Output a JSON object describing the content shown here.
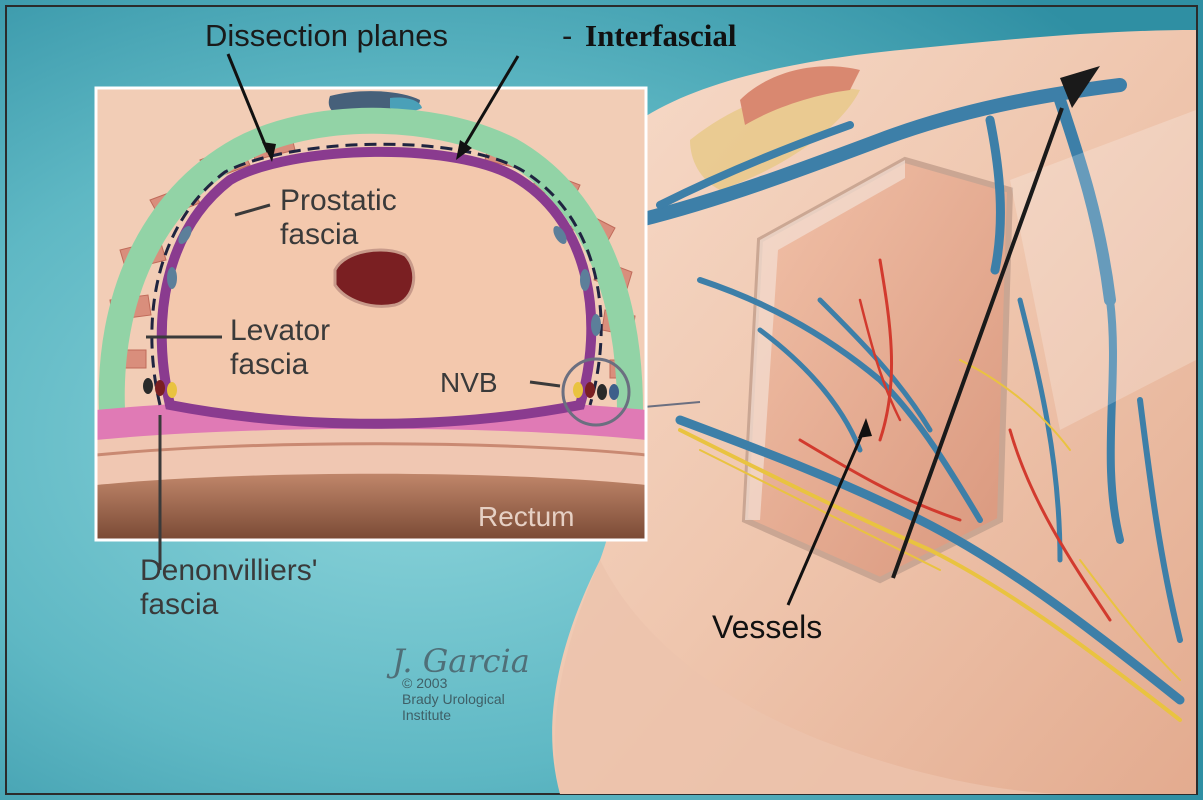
{
  "title": {
    "main": "Dissection planes",
    "dash": "-",
    "emphasis": "Interfascial"
  },
  "labels": {
    "prostatic_fascia_line1": "Prostatic",
    "prostatic_fascia_line2": "fascia",
    "levator_fascia_line1": "Levator",
    "levator_fascia_line2": "fascia",
    "nvb": "NVB",
    "rectum": "Rectum",
    "denonvilliers_line1": "Denonvilliers'",
    "denonvilliers_line2": "fascia",
    "vessels": "Vessels"
  },
  "credit": {
    "signature": "J. Garcia",
    "year": "© 2003",
    "line1": "Brady Urological",
    "line2": "Institute"
  },
  "colors": {
    "background_teal": "#5fb8c4",
    "tissue_peach": "#f2cdb6",
    "prostate_fill": "#f3c8ad",
    "capsule_purple": "#8a3b8f",
    "levator_green": "#92d3a6",
    "denonvilliers_pink": "#e07ab5",
    "rectum_brown": "#8a5840",
    "vein_blue": "#3d7fa8",
    "artery_red": "#d23a2e",
    "nerve_yellow": "#e9c340"
  }
}
